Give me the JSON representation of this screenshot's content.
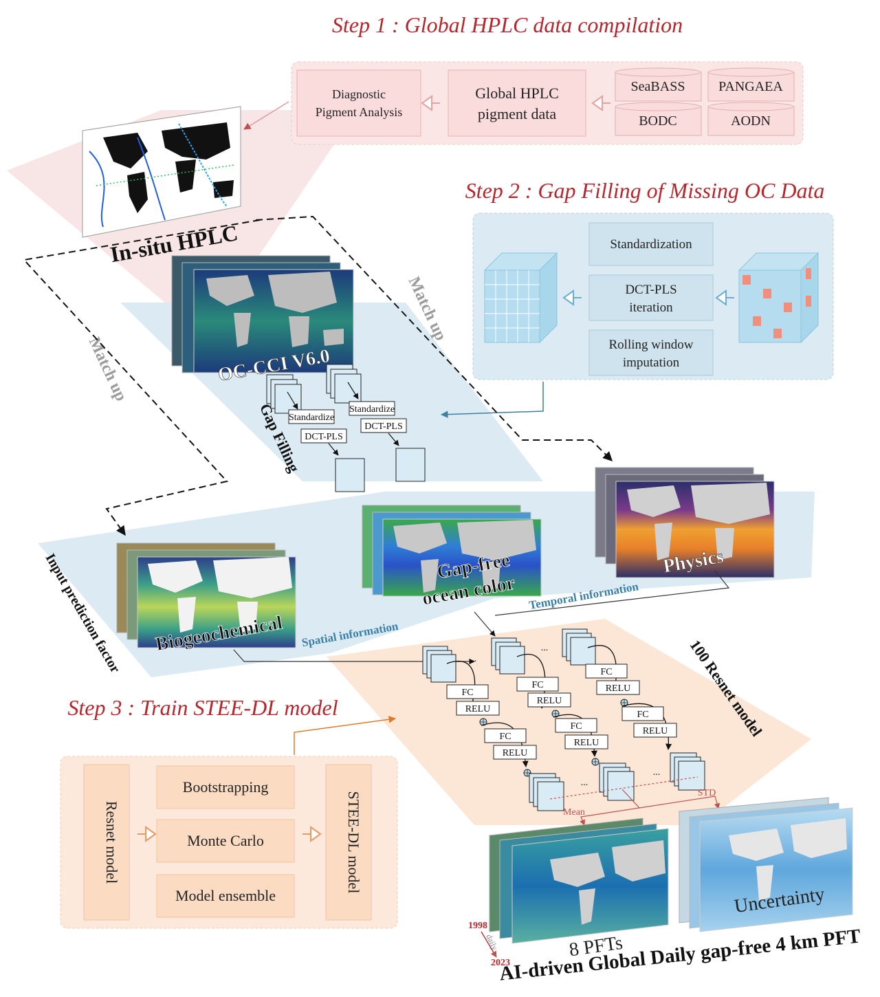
{
  "step1": {
    "title": "Step 1 : Global HPLC data compilation",
    "diagnostic_line1": "Diagnostic",
    "diagnostic_line2": "Pigment Analysis",
    "global_line1": "Global HPLC",
    "global_line2": "pigment data",
    "sources": [
      "SeaBASS",
      "PANGAEA",
      "BODC",
      "AODN"
    ]
  },
  "step2": {
    "title": "Step 2 : Gap Filling of Missing OC Data",
    "standardization": "Standardization",
    "dct_line1": "DCT-PLS",
    "dct_line2": "iteration",
    "rolling_line1": "Rolling window",
    "rolling_line2": "imputation"
  },
  "step3": {
    "title": "Step 3 : Train STEE-DL model",
    "resnet_model": "Resnet model",
    "bootstrapping": "Bootstrapping",
    "monte_carlo": "Monte Carlo",
    "model_ensemble": "Model ensemble",
    "stee_dl_model": "STEE-DL model"
  },
  "labels": {
    "insitu": "In-situ HPLC",
    "occci": "OC-CCI V6.0",
    "match_up_left": "Match up",
    "match_up_right": "Match up",
    "gap_filling": "Gap Filling",
    "standardize": "Standardize",
    "dct_pls": "DCT-PLS",
    "biogeochemical": "Biogeochemical",
    "gapfree_line1": "Gap-free",
    "gapfree_line2": "ocean color",
    "physics": "Physics",
    "spatial_info": "Spatial information",
    "temporal_info": "Temporal information",
    "input_factor": "Input prediction factor",
    "resnet_100": "100 Resnet model",
    "fc": "FC",
    "relu": "RELU",
    "ellipsis": "...",
    "mean": "Mean",
    "std": "STD",
    "pfts": "8 PFTs",
    "uncertainty": "Uncertainty",
    "year_start": "1998",
    "daily": "daily",
    "year_end": "2023",
    "final_title": "AI-driven Global Daily gap-free 4 km PFT"
  },
  "colors": {
    "step_title": "#b5272d",
    "pink_panel": "#fbe6e6",
    "blue_panel": "#dcebf3",
    "peach_panel": "#fbe3cf",
    "dash_arrow": "#111111"
  }
}
